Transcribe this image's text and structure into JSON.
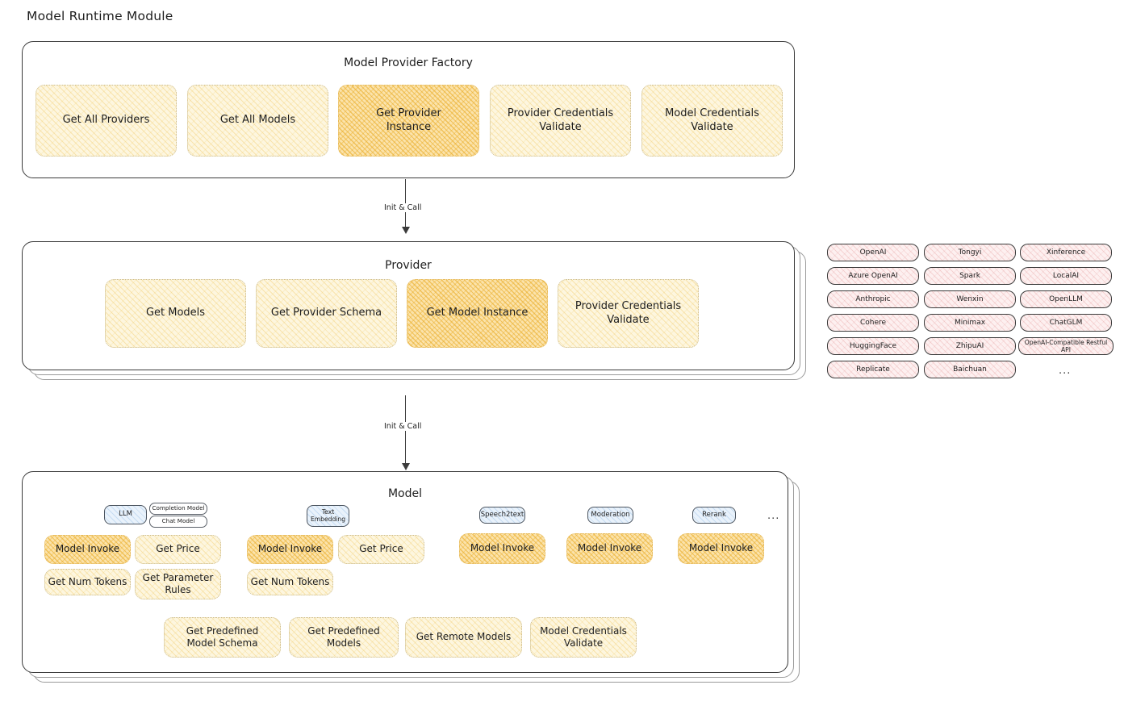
{
  "page": {
    "title": "Model Runtime Module"
  },
  "factory": {
    "title": "Model Provider Factory",
    "ops": [
      {
        "label": "Get All Providers",
        "highlighted": false
      },
      {
        "label": "Get All Models",
        "highlighted": false
      },
      {
        "label": "Get Provider Instance",
        "highlighted": true
      },
      {
        "label": "Provider Credentials Validate",
        "highlighted": false
      },
      {
        "label": "Model Credentials Validate",
        "highlighted": false
      }
    ]
  },
  "arrows": [
    {
      "label": "Init & Call"
    },
    {
      "label": "Init & Call"
    }
  ],
  "provider": {
    "title": "Provider",
    "ops": [
      {
        "label": "Get Models",
        "highlighted": false
      },
      {
        "label": "Get Provider Schema",
        "highlighted": false
      },
      {
        "label": "Get Model Instance",
        "highlighted": true
      },
      {
        "label": "Provider Credentials Validate",
        "highlighted": false
      }
    ]
  },
  "provider_list": {
    "columns": [
      [
        "OpenAI",
        "Azure OpenAI",
        "Anthropic",
        "Cohere",
        "HuggingFace",
        "Replicate"
      ],
      [
        "Tongyi",
        "Spark",
        "Wenxin",
        "Minimax",
        "ZhipuAI",
        "Baichuan"
      ],
      [
        "Xinference",
        "LocalAI",
        "OpenLLM",
        "ChatGLM",
        "OpenAI-Compatible Restful API"
      ]
    ],
    "more": "..."
  },
  "model": {
    "title": "Model",
    "more": "...",
    "types": [
      {
        "badge": "LLM",
        "sub": [
          "Completion Model",
          "Chat Model"
        ]
      },
      {
        "badge": "Text Embedding",
        "sub": []
      },
      {
        "badge": "Speech2text",
        "sub": []
      },
      {
        "badge": "Moderation",
        "sub": []
      },
      {
        "badge": "Rerank",
        "sub": []
      }
    ],
    "columns": [
      {
        "ops": [
          {
            "label": "Model Invoke",
            "highlighted": true
          },
          {
            "label": "Get Price",
            "highlighted": false
          },
          {
            "label": "Get Num Tokens",
            "highlighted": false
          },
          {
            "label": "Get Parameter Rules",
            "highlighted": false
          }
        ]
      },
      {
        "ops": [
          {
            "label": "Model Invoke",
            "highlighted": true
          },
          {
            "label": "Get Price",
            "highlighted": false
          },
          {
            "label": "Get Num Tokens",
            "highlighted": false
          }
        ]
      },
      {
        "ops": [
          {
            "label": "Model Invoke",
            "highlighted": true
          }
        ]
      },
      {
        "ops": [
          {
            "label": "Model Invoke",
            "highlighted": true
          }
        ]
      },
      {
        "ops": [
          {
            "label": "Model Invoke",
            "highlighted": true
          }
        ]
      }
    ],
    "shared_ops": [
      {
        "label": "Get Predefined Model Schema"
      },
      {
        "label": "Get Predefined Models"
      },
      {
        "label": "Get Remote Models"
      },
      {
        "label": "Model Credentials Validate"
      }
    ]
  },
  "colors": {
    "op_fill": "#fdf6df",
    "op_fill_highlight": "#fbe3ab",
    "tag_fill": "#fdf0f0",
    "badge_fill": "#e9f2fb",
    "stroke": "#3b3b3b"
  }
}
